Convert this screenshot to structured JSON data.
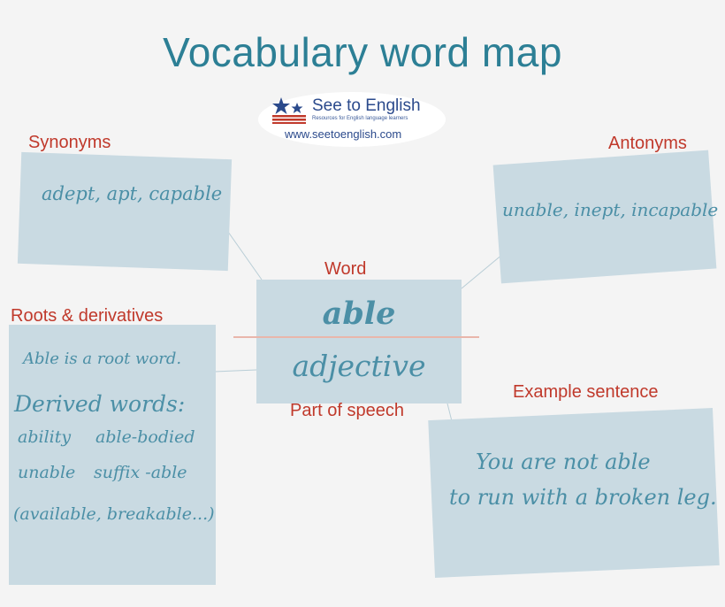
{
  "title": "Vocabulary word map",
  "logo": {
    "name": "See to English",
    "tagline": "Resources for English language learners",
    "url": "www.seetoenglish.com",
    "icon": "stars-stripes-flag"
  },
  "colors": {
    "title": "#2c7f95",
    "label": "#c0392b",
    "card": "#c9dae2",
    "handwriting": "#4b8fa6"
  },
  "center": {
    "word_label": "Word",
    "word": "able",
    "pos_label": "Part of speech",
    "part_of_speech": "adjective"
  },
  "synonyms": {
    "label": "Synonyms",
    "text": "adept, apt, capable"
  },
  "antonyms": {
    "label": "Antonyms",
    "text": "unable, inept, incapable"
  },
  "roots": {
    "label": "Roots & derivatives",
    "root_text": "Able is a root word.",
    "derived_heading": "Derived words:",
    "derived": [
      "ability",
      "able-bodied",
      "unable",
      "suffix -able"
    ],
    "examples_note": "(available, breakable...)"
  },
  "example": {
    "label": "Example sentence",
    "line1": "You are not able",
    "line2": "to run with a broken leg."
  }
}
